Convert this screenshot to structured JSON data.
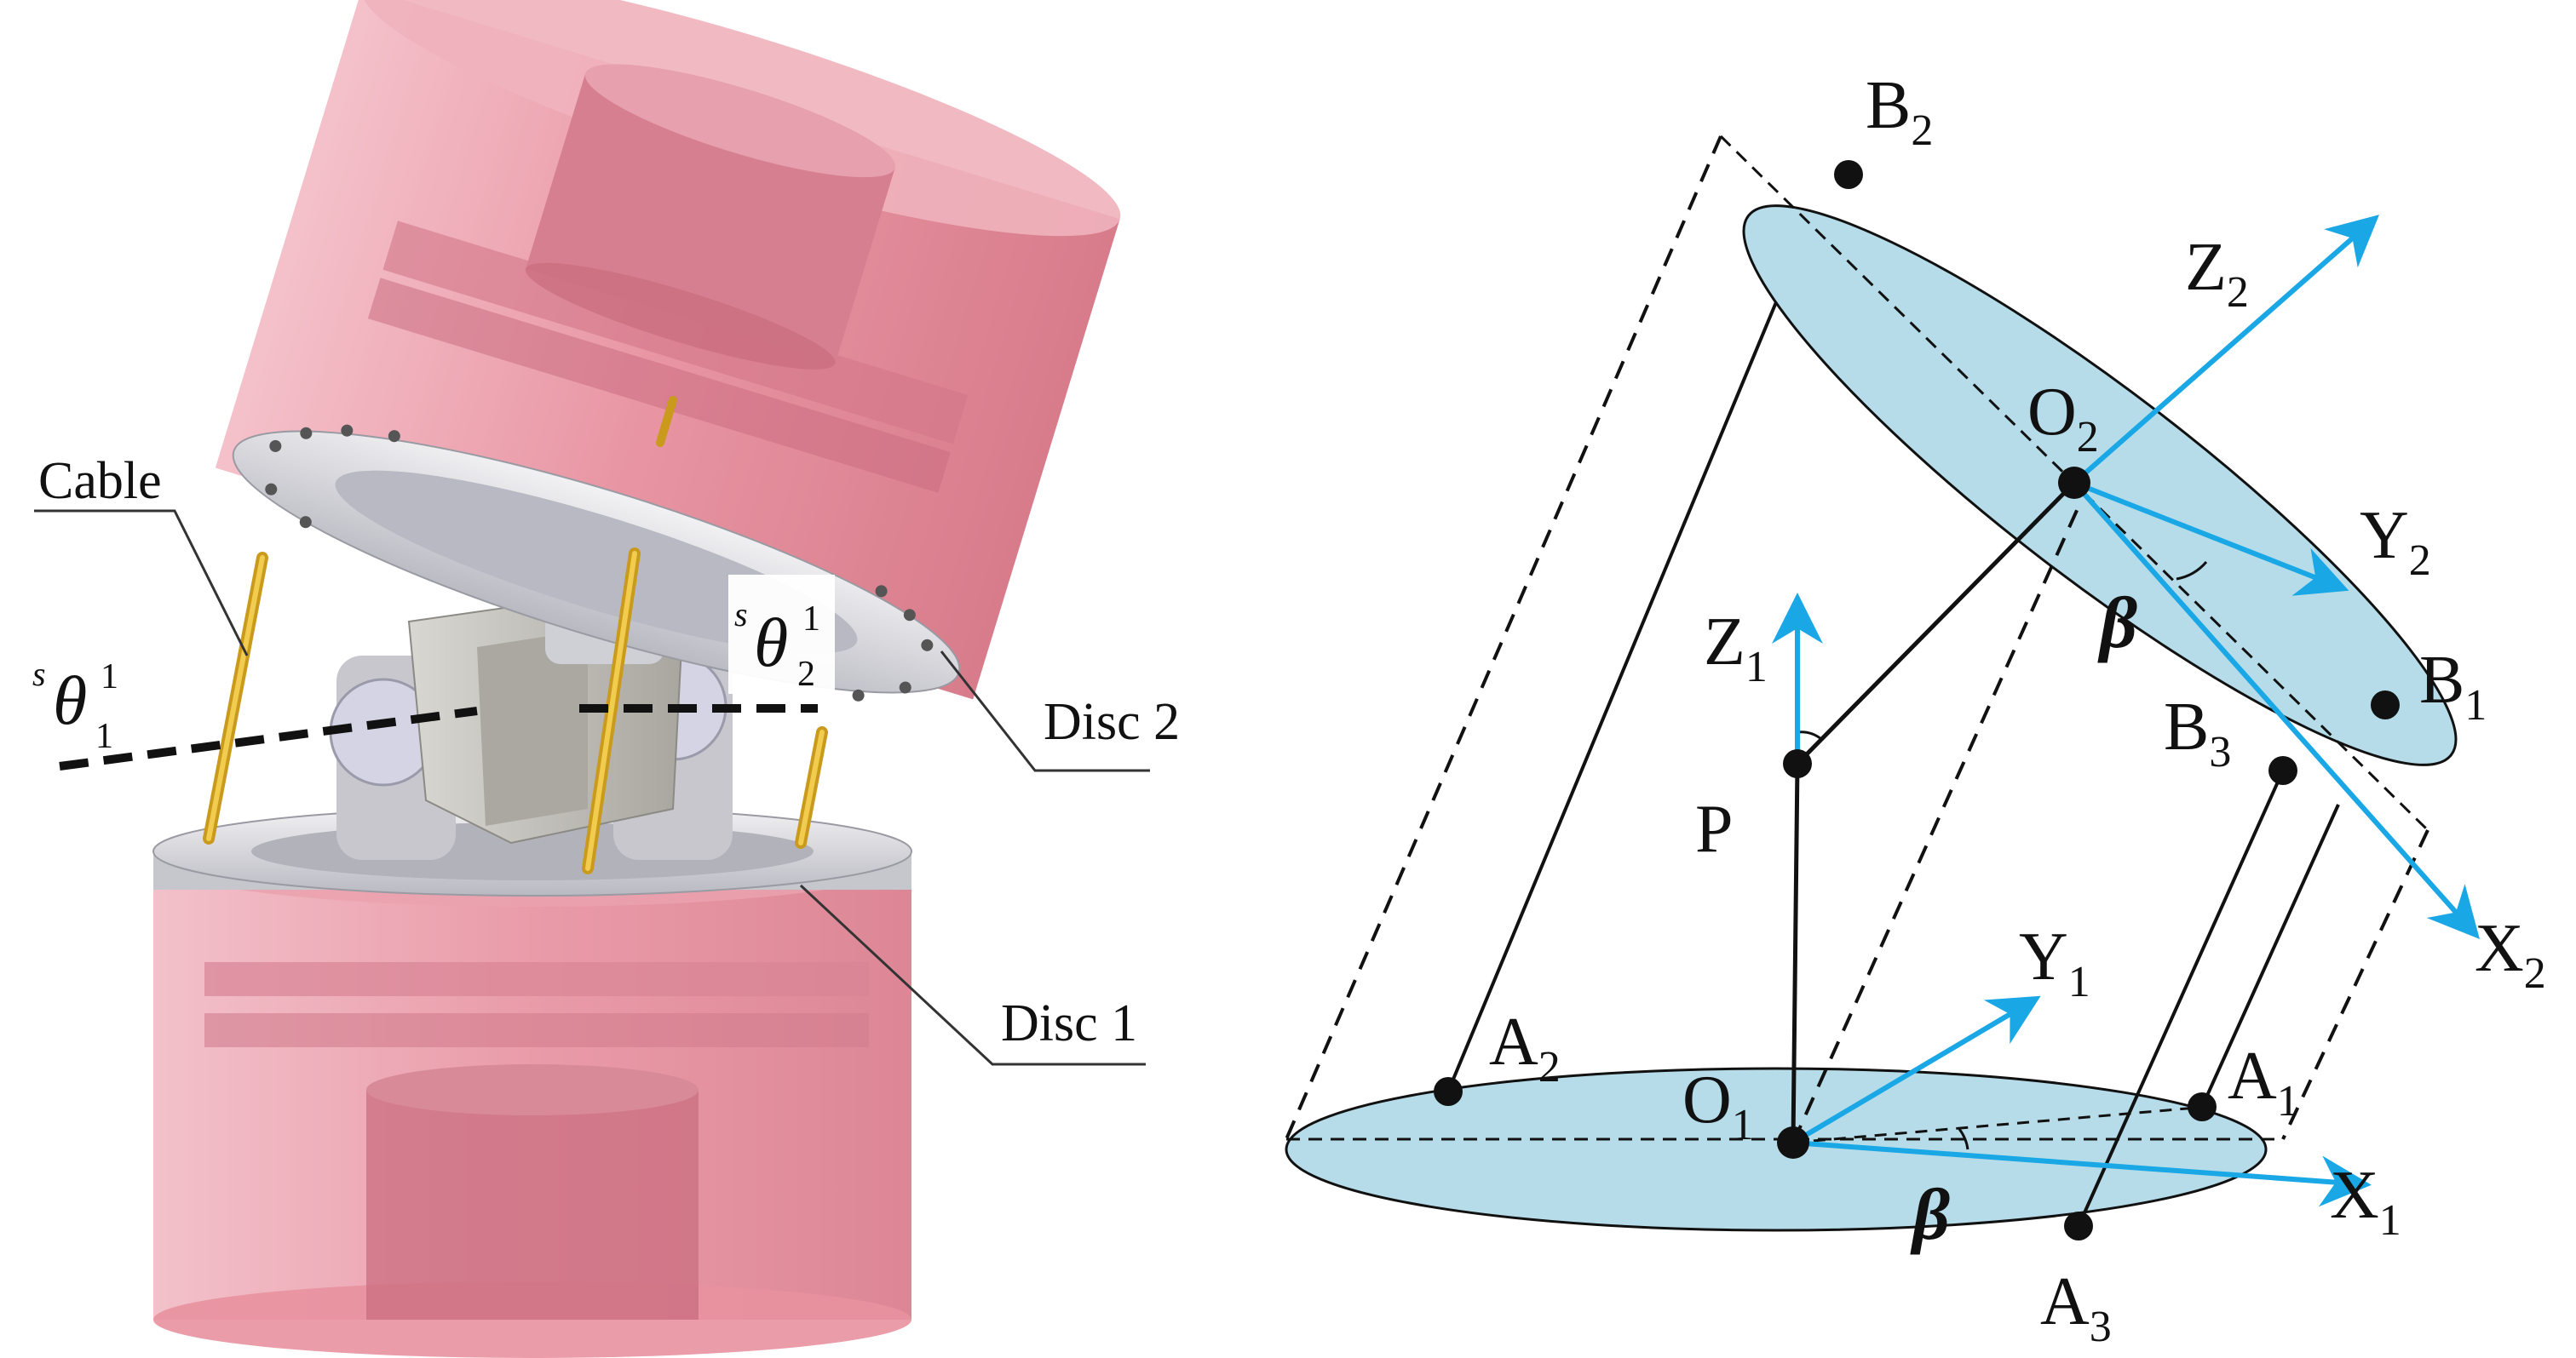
{
  "left_figure": {
    "labels": {
      "cable": "Cable",
      "disc2": "Disc 2",
      "disc1": "Disc 1"
    },
    "angle_labels": {
      "theta1": {
        "pre": "s",
        "sym": "θ",
        "sup": "1",
        "sub": "1"
      },
      "theta2": {
        "pre": "s",
        "sym": "θ",
        "sup": "1",
        "sub": "2"
      }
    }
  },
  "right_figure": {
    "points": {
      "B2": {
        "base": "B",
        "sub": "2"
      },
      "B1": {
        "base": "B",
        "sub": "1"
      },
      "B3": {
        "base": "B",
        "sub": "3"
      },
      "A1": {
        "base": "A",
        "sub": "1"
      },
      "A2": {
        "base": "A",
        "sub": "2"
      },
      "A3": {
        "base": "A",
        "sub": "3"
      },
      "O1": {
        "base": "O",
        "sub": "1"
      },
      "O2": {
        "base": "O",
        "sub": "2"
      },
      "P": "P"
    },
    "axes": {
      "Z2": {
        "base": "Z",
        "sub": "2"
      },
      "Y2": {
        "base": "Y",
        "sub": "2"
      },
      "X2": {
        "base": "X",
        "sub": "2"
      },
      "Z1": {
        "base": "Z",
        "sub": "1"
      },
      "Y1": {
        "base": "Y",
        "sub": "1"
      },
      "X1": {
        "base": "X",
        "sub": "1"
      }
    },
    "angle_symbol": "β",
    "colors": {
      "disc_fill": "#b5dce8",
      "axis": "#1aa7e6",
      "line": "#111111"
    }
  }
}
